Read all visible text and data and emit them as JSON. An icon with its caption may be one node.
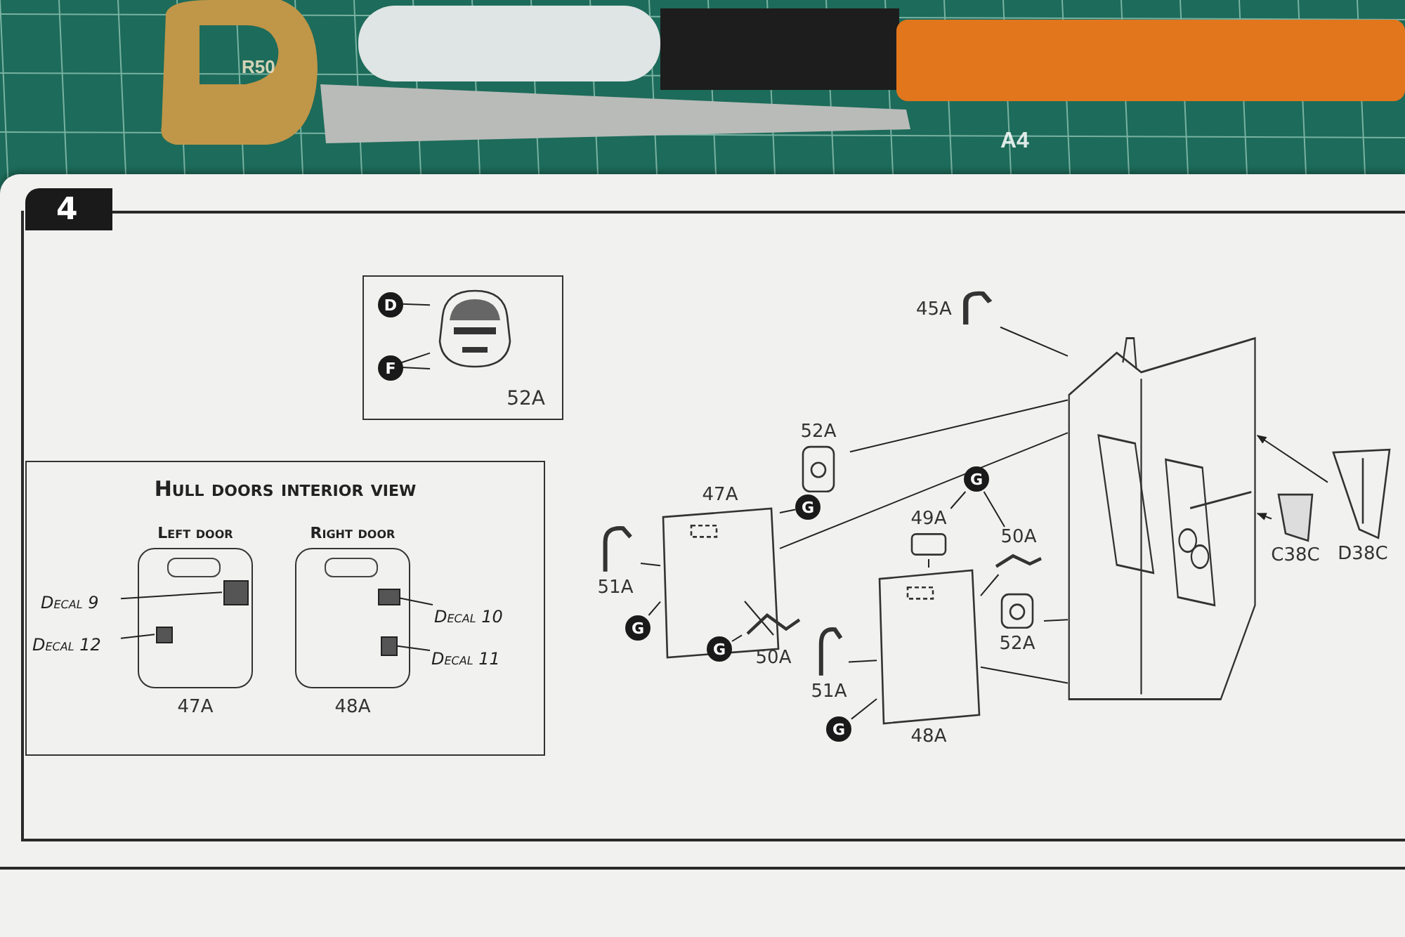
{
  "diagram": {
    "nodes": [
      {
        "text": [
          "52A"
        ]
      },
      {
        "text": [
          "D"
        ],
        "in": 0
      },
      {
        "text": [
          "F"
        ],
        "in": 0
      },
      {
        "text": [],
        "shape": "picture",
        "in": 0
      },
      {
        "text": [
          "Hull doors interior view"
        ]
      },
      {
        "text": [
          "Left door",
          "47A"
        ],
        "in": 4
      },
      {
        "text": [
          "Right door",
          "48A"
        ],
        "in": 4
      },
      {
        "text": [],
        "shape": "box",
        "in": 5
      },
      {
        "text": [],
        "shape": "box",
        "in": 5
      },
      {
        "text": [],
        "shape": "box",
        "in": 6
      },
      {
        "text": [],
        "shape": "box",
        "in": 6
      },
      {
        "text": [
          "Decal 9"
        ],
        "in": 4
      },
      {
        "text": [
          "Decal 12"
        ],
        "in": 4
      },
      {
        "text": [
          "Decal 10"
        ],
        "in": 4
      },
      {
        "text": [
          "Decal 11"
        ],
        "in": 4
      },
      {
        "text": [],
        "shape": "picture"
      },
      {
        "text": [
          "45A"
        ]
      },
      {
        "text": [
          "52A"
        ]
      },
      {
        "text": [
          "47A"
        ]
      },
      {
        "text": [
          "51A"
        ]
      },
      {
        "text": [
          "50A"
        ]
      },
      {
        "text": [
          "48A"
        ]
      },
      {
        "text": [
          "49A"
        ]
      },
      {
        "text": [
          "50A"
        ]
      },
      {
        "text": [
          "51A"
        ]
      },
      {
        "text": [
          "52A"
        ]
      },
      {
        "text": [
          "C38C"
        ]
      },
      {
        "text": [
          "D38C"
        ]
      },
      {
        "text": [
          "G"
        ]
      },
      {
        "text": [
          "G"
        ]
      },
      {
        "text": [
          "G"
        ]
      },
      {
        "text": [
          "G"
        ]
      },
      {
        "text": [
          "G"
        ]
      }
    ],
    "edges": [
      {
        "from": 1,
        "to": 3,
        "arrow": "none"
      },
      {
        "from": 2,
        "to": 3,
        "arrow": "none"
      },
      {
        "from": 2,
        "to": 3,
        "arrow": "none"
      },
      {
        "from": 11,
        "to": 7,
        "arrow": "none"
      },
      {
        "from": 12,
        "to": 8,
        "arrow": "none"
      },
      {
        "from": 13,
        "to": 9,
        "arrow": "none"
      },
      {
        "from": 14,
        "to": 10,
        "arrow": "none"
      },
      {
        "from": 16,
        "to": 15,
        "arrow": "none"
      },
      {
        "from": 17,
        "to": 15,
        "arrow": "none"
      },
      {
        "from": 18,
        "to": 15,
        "arrow": "none"
      },
      {
        "from": 19,
        "to": 18,
        "arrow": "none"
      },
      {
        "from": 20,
        "to": 18,
        "arrow": "none"
      },
      {
        "from": 21,
        "to": 15,
        "arrow": "none"
      },
      {
        "from": 22,
        "to": 21,
        "arrow": "none"
      },
      {
        "from": 23,
        "to": 21,
        "arrow": "none"
      },
      {
        "from": 24,
        "to": 21,
        "arrow": "none"
      },
      {
        "from": 25,
        "to": 15,
        "arrow": "none"
      },
      {
        "from": 26,
        "to": 15,
        "arrow": "to"
      },
      {
        "from": 27,
        "to": 15,
        "arrow": "to"
      },
      {
        "from": 28,
        "to": 18,
        "arrow": "none"
      },
      {
        "from": 29,
        "to": 18,
        "arrow": "none"
      },
      {
        "from": 30,
        "to": 20,
        "arrow": "none"
      },
      {
        "from": 31,
        "to": 22,
        "arrow": "none"
      },
      {
        "from": 31,
        "to": 23,
        "arrow": "none"
      },
      {
        "from": 32,
        "to": 21,
        "arrow": "none"
      }
    ],
    "labels": [
      "R50",
      "A4",
      "4"
    ]
  }
}
